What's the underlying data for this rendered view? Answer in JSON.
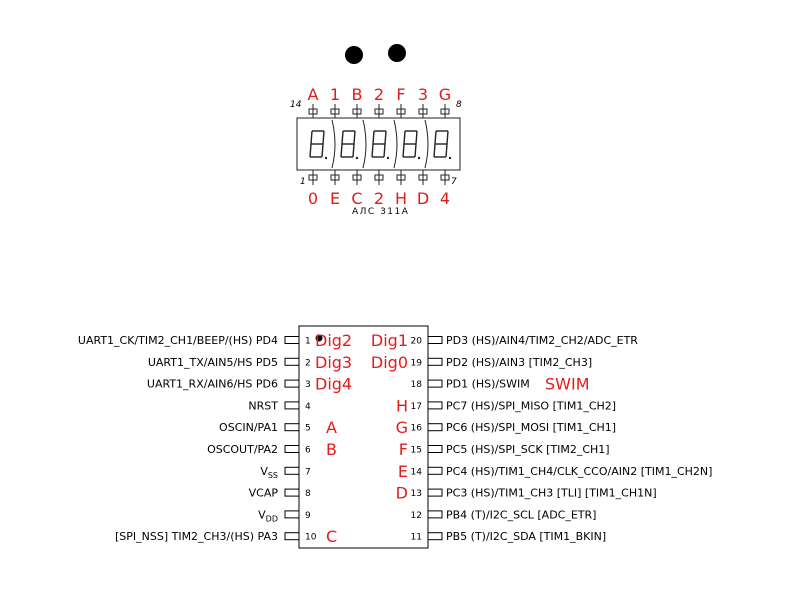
{
  "display": {
    "model_label": "АЛС 311А",
    "corner_pins": {
      "top_left": "14",
      "top_right": "8",
      "bottom_left": "1",
      "bottom_right": "7"
    },
    "top_labels": [
      "A",
      "1",
      "B",
      "2",
      "F",
      "3",
      "G"
    ],
    "bottom_labels": [
      "0",
      "E",
      "C",
      "2",
      "H",
      "D",
      "4"
    ],
    "digit_count": 5
  },
  "chip": {
    "left_pins": [
      {
        "num": "1",
        "label": "UART1_CK/TIM2_CH1/BEEP/(HS) PD4"
      },
      {
        "num": "2",
        "label": "UART1_TX/AIN5/HS PD5"
      },
      {
        "num": "3",
        "label": "UART1_RX/AIN6/HS PD6"
      },
      {
        "num": "4",
        "label": "NRST"
      },
      {
        "num": "5",
        "label": "OSCIN/PA1"
      },
      {
        "num": "6",
        "label": "OSCOUT/PA2"
      },
      {
        "num": "7",
        "label": "V",
        "sub": "SS"
      },
      {
        "num": "8",
        "label": "VCAP"
      },
      {
        "num": "9",
        "label": "V",
        "sub": "DD"
      },
      {
        "num": "10",
        "label": "[SPI_NSS] TIM2_CH3/(HS) PA3"
      }
    ],
    "right_pins": [
      {
        "num": "20",
        "label": "PD3 (HS)/AIN4/TIM2_CH2/ADC_ETR"
      },
      {
        "num": "19",
        "label": "PD2 (HS)/AIN3 [TIM2_CH3]"
      },
      {
        "num": "18",
        "label": "PD1 (HS)/SWIM"
      },
      {
        "num": "17",
        "label": "PC7 (HS)/SPI_MISO [TIM1_CH2]"
      },
      {
        "num": "16",
        "label": "PC6 (HS)/SPI_MOSI [TIM1_CH1]"
      },
      {
        "num": "15",
        "label": "PC5 (HS)/SPI_SCK [TIM2_CH1]"
      },
      {
        "num": "14",
        "label": "PC4 (HS)/TIM1_CH4/CLK_CCO/AIN2 [TIM1_CH2N]"
      },
      {
        "num": "13",
        "label": "PC3 (HS)/TIM1_CH3 [TLI] [TIM1_CH1N]"
      },
      {
        "num": "12",
        "label": "PB4 (T)/I2C_SCL [ADC_ETR]"
      },
      {
        "num": "11",
        "label": "PB5 (T)/I2C_SDA [TIM1_BKIN]"
      }
    ],
    "inner_left_annotations": [
      "Dig2",
      "Dig3",
      "Dig4",
      "",
      "A",
      "B",
      "",
      "",
      "",
      "C"
    ],
    "inner_right_annotations": [
      "Dig1",
      "Dig0",
      "",
      "H",
      "G",
      "F",
      "E",
      "D",
      "",
      ""
    ],
    "outer_right_annotations": [
      "",
      "",
      "SWIM",
      "",
      "",
      "",
      "",
      "",
      "",
      ""
    ]
  },
  "colors": {
    "annotation": "#e41b1b",
    "line": "#222222"
  }
}
